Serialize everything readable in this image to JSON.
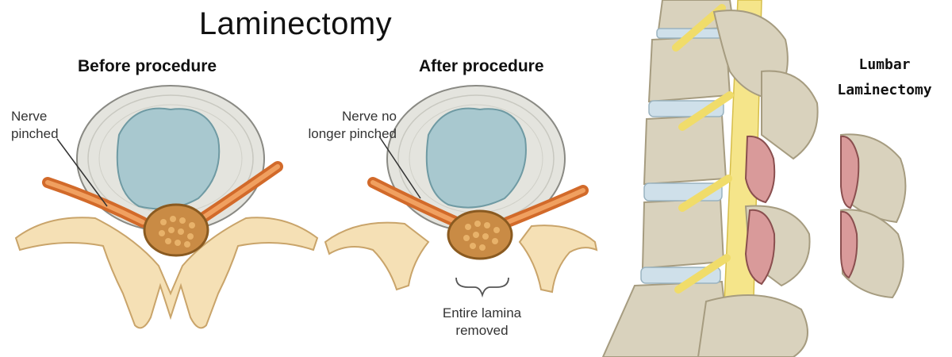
{
  "title": "Laminectomy",
  "before": {
    "heading": "Before procedure",
    "nerve_label_line1": "Nerve",
    "nerve_label_line2": "pinched"
  },
  "after": {
    "heading": "After procedure",
    "nerve_label_line1": "Nerve no",
    "nerve_label_line2": "longer pinched",
    "lamina_label_line1": "Entire lamina",
    "lamina_label_line2": "removed"
  },
  "right_panel": {
    "title_line1": "Lumbar",
    "title_line2": "Laminectomy"
  }
}
